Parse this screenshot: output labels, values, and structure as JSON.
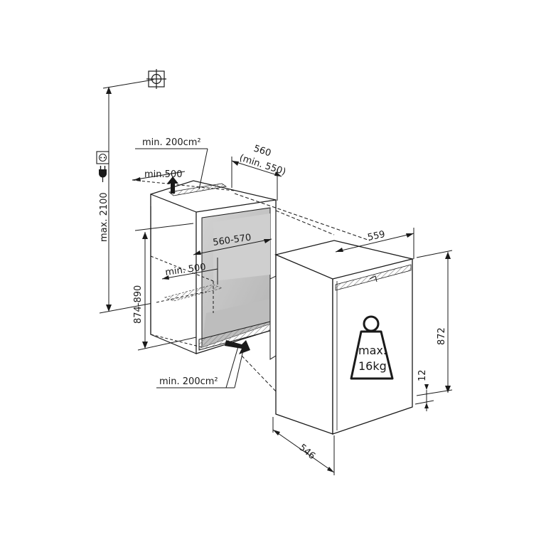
{
  "labels": {
    "max_height": "max. 2100",
    "depth_total": "560",
    "depth_min": "(min. 550)",
    "top_vent": "min. 200cm²",
    "top_depth": "min.500",
    "niche_width": "560-570",
    "niche_height": "874-890",
    "inner_depth": "min. 500",
    "bottom_vent": "min. 200cm²",
    "appliance_width": "559",
    "appliance_height": "872",
    "plinth_gap": "12",
    "appliance_depth": "546",
    "load_line1": "max.",
    "load_line2": "16kg"
  },
  "icons": {
    "socket": "socket-icon",
    "plug": "plug-icon",
    "crosshair": "crosshair-icon",
    "weight": "weight-icon"
  },
  "colors": {
    "line": "#1a1a1a",
    "interior": "#c8c8c8",
    "interior_dark": "#a8a8a8",
    "hatch": "#9a9a9a",
    "weight_fill": "#e6e6e6"
  }
}
